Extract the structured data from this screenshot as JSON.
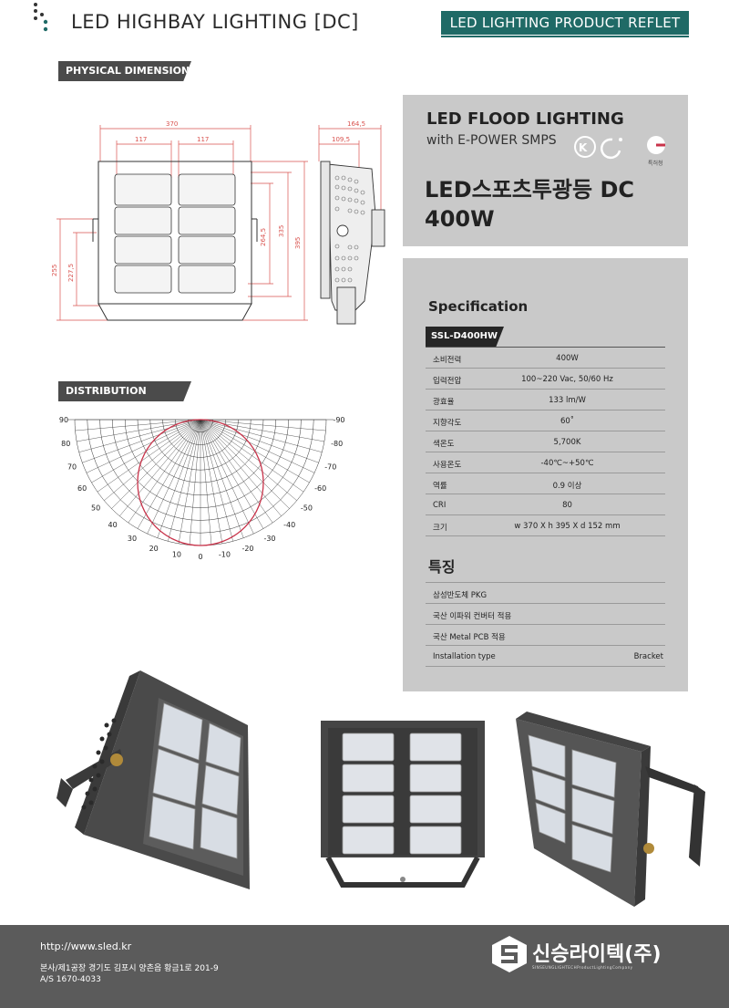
{
  "header": {
    "title": "LED HIGHBAY LIGHTING [DC]",
    "tag": "LED LIGHTING PRODUCT REFLET"
  },
  "sections": {
    "dimensions": "PHYSICAL DIMENSIONS",
    "distribution": "DISTRIBUTION"
  },
  "dimensions": {
    "width_total": "370",
    "module_w1": "117",
    "module_w2": "117",
    "h_264": "264,5",
    "h_335": "335",
    "h_395": "395",
    "h_255": "255",
    "h_227": "227,5",
    "depth_164": "164,5",
    "depth_109": "109,5"
  },
  "product": {
    "line1": "LED FLOOD LIGHTING",
    "line2": "with E-POWER SMPS",
    "kr_line1": "LED스포츠투광등 DC",
    "kr_line2": "400W",
    "cert_label": "특허청"
  },
  "spec": {
    "title": "Specification",
    "model": "SSL-D400HW >",
    "rows": [
      {
        "k": "소비전력",
        "v": "400W"
      },
      {
        "k": "입력전압",
        "v": "100~220 Vac, 50/60 Hz"
      },
      {
        "k": "광효율",
        "v": "133 lm/W"
      },
      {
        "k": "지향각도",
        "v": "60˚"
      },
      {
        "k": "색온도",
        "v": "5,700K"
      },
      {
        "k": "사용온도",
        "v": "-40℃~+50℃"
      },
      {
        "k": "역률",
        "v": "0.9 이상"
      },
      {
        "k": "CRI",
        "v": "80"
      },
      {
        "k": "크기",
        "v": "w 370 X h 395  X d 152 mm"
      }
    ]
  },
  "features": {
    "title": "특징",
    "rows": [
      {
        "k": "삼성반도체 PKG",
        "v": ""
      },
      {
        "k": "국산 이파워 컨버터 적용",
        "v": ""
      },
      {
        "k": "국산 Metal PCB 적용",
        "v": ""
      },
      {
        "k": "Installation type",
        "v": "Bracket"
      }
    ]
  },
  "polar": {
    "left_labels": [
      "90",
      "80",
      "70",
      "60",
      "50",
      "40",
      "30",
      "20",
      "10",
      "0"
    ],
    "right_labels": [
      "-90",
      "-80",
      "-70",
      "-60",
      "-50",
      "-40",
      "-30",
      "-20",
      "-10"
    ]
  },
  "footer": {
    "url": "http://www.sled.kr",
    "address": "본사/제1공장  경기도 김포시 양촌읍 황금1로 201-9",
    "as": "A/S 1670-4033",
    "company": "신승라이텍(주)",
    "company_sub": "SINSEUNGLIGHTECHProductLightingCompany"
  },
  "colors": {
    "accent": "#1f6a66",
    "panel": "#c9c9c9",
    "footer": "#5b5b5b",
    "dimension_red": "#d9534f",
    "polar_curve": "#c8334a"
  }
}
